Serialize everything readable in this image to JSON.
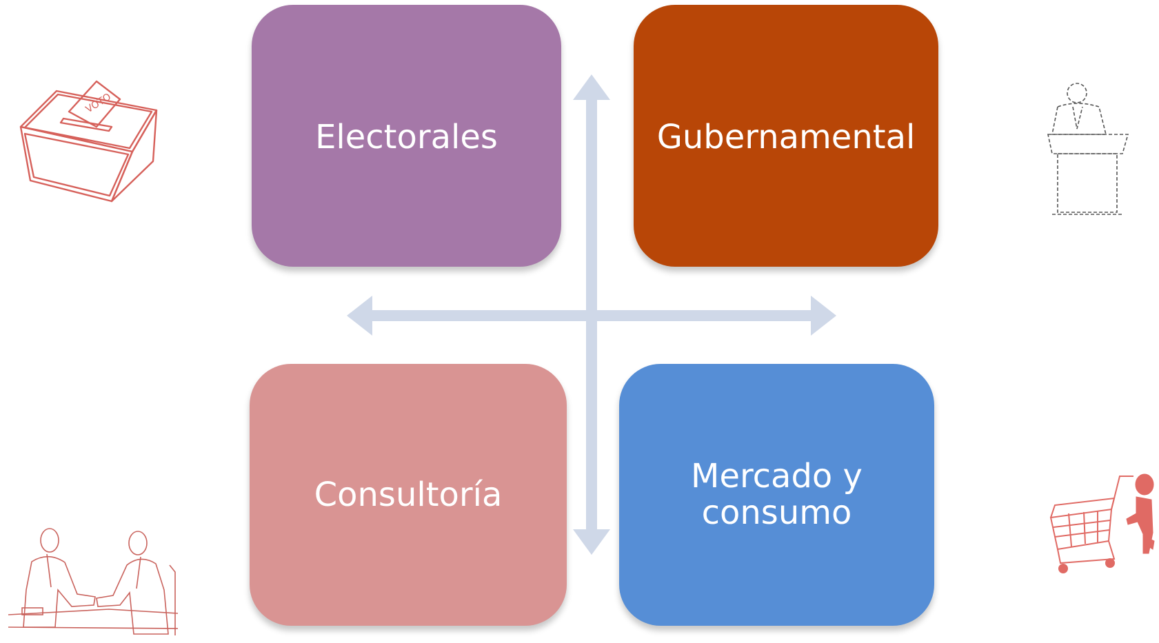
{
  "quadrants": {
    "top_left": {
      "label": "Electorales",
      "color": "#a578a8"
    },
    "top_right": {
      "label": "Gubernamental",
      "color": "#b84607"
    },
    "bottom_left": {
      "label": "Consultoría",
      "color": "#d99493"
    },
    "bottom_right": {
      "label": "Mercado y\nconsumo",
      "color": "#568ed6"
    }
  },
  "axes": {
    "color": "#cfd8e8"
  },
  "illustrations": {
    "ballot_box": {
      "icon": "ballot-box-icon",
      "text": "VOTO",
      "color": "#d6605a"
    },
    "podium_speaker": {
      "icon": "podium-speaker-icon",
      "color": "#555555"
    },
    "handshake_meeting": {
      "icon": "handshake-meeting-icon",
      "color": "#c9625c"
    },
    "shopping_cart": {
      "icon": "shopping-cart-person-icon",
      "color": "#e06a64"
    }
  }
}
